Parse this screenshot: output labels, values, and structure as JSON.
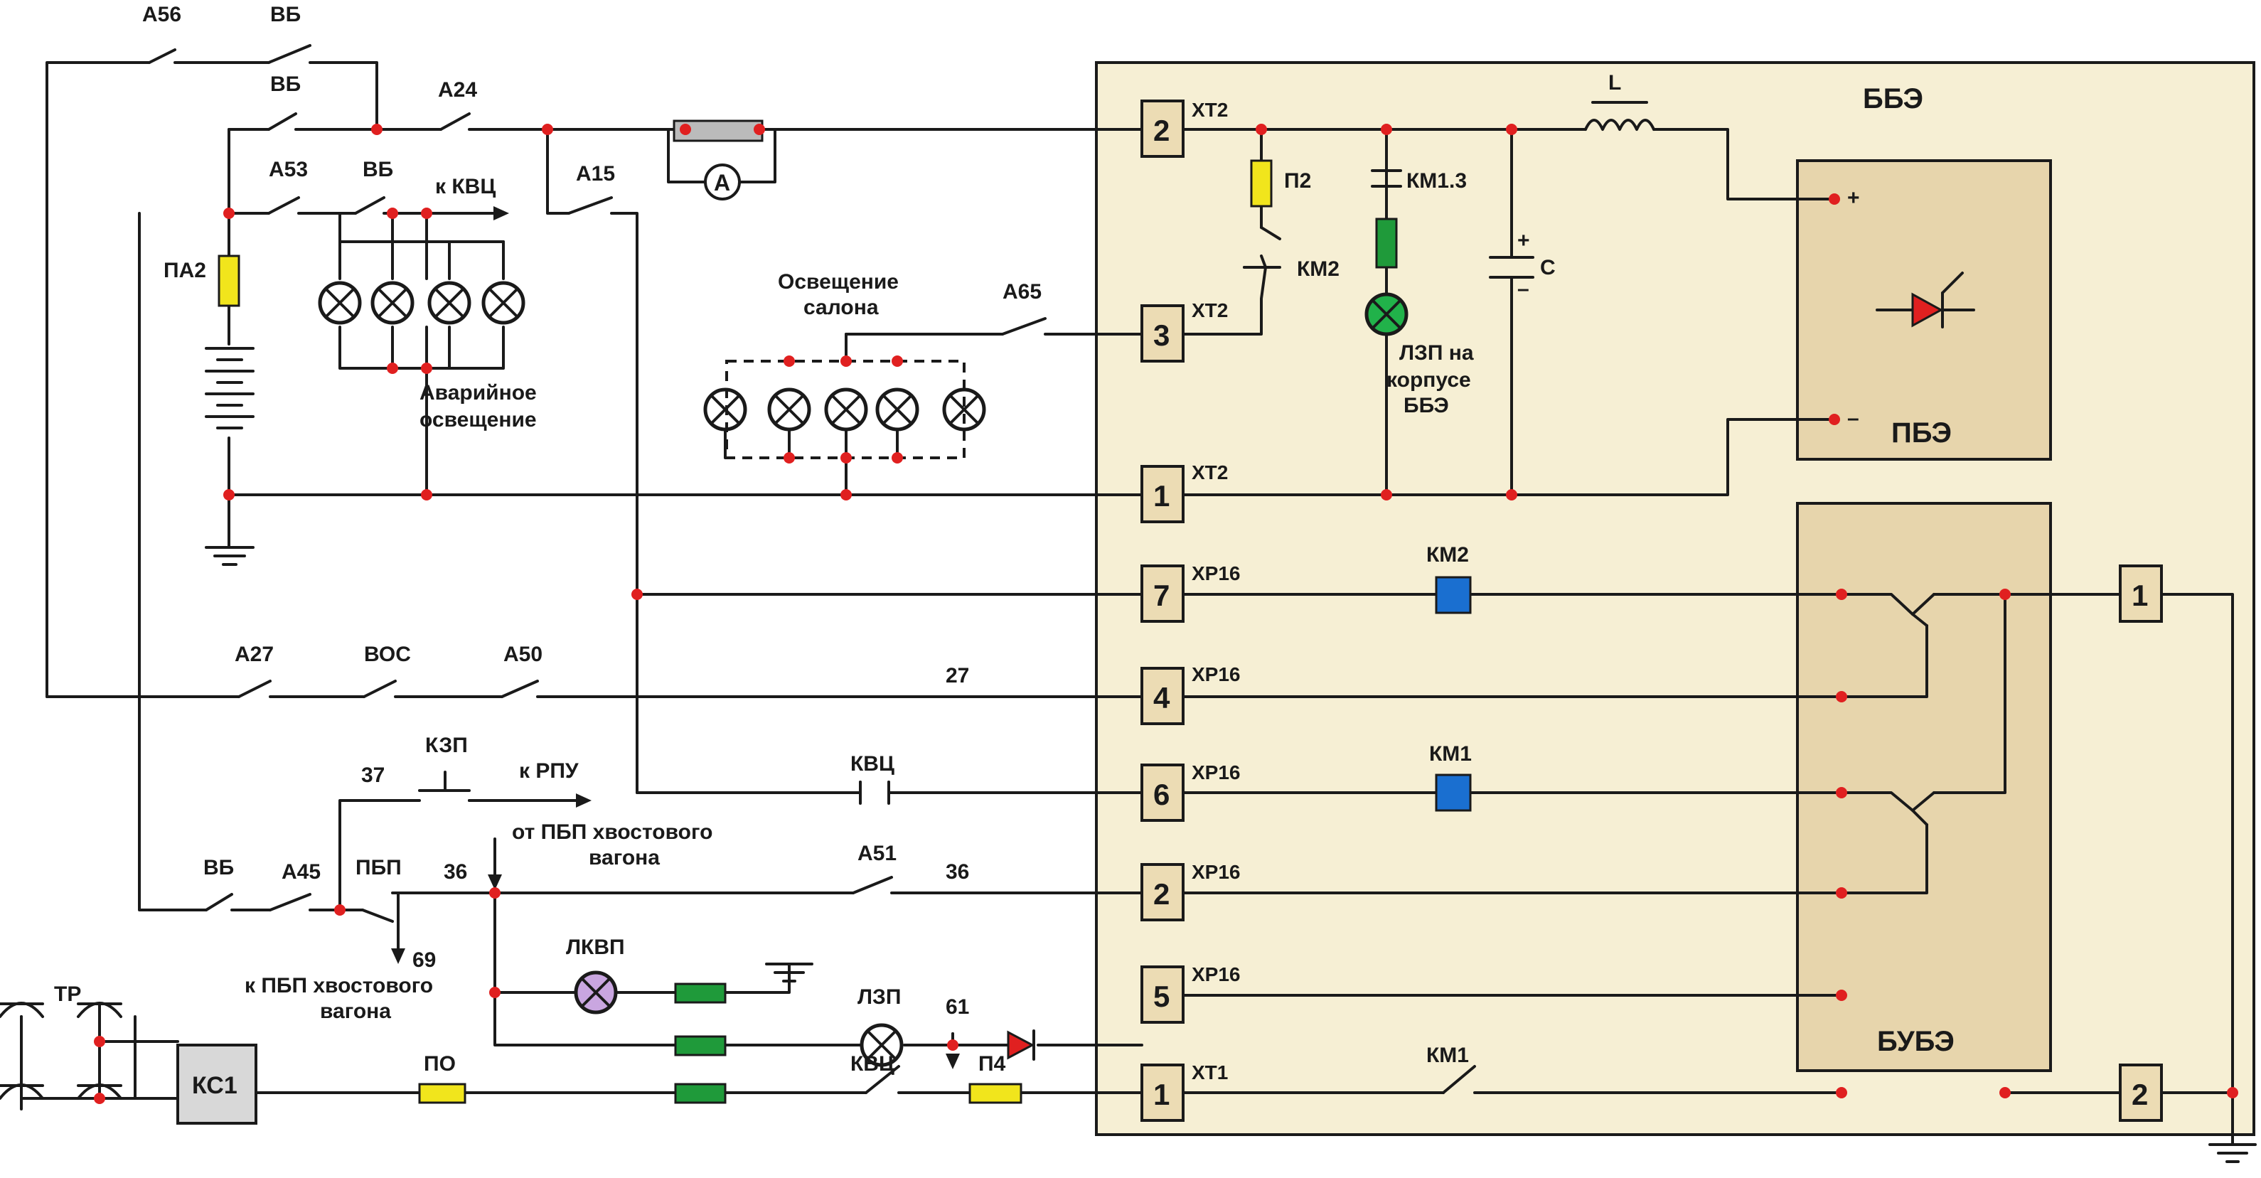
{
  "colors": {
    "wire": "#1a1a1a",
    "node": "#e02020",
    "block_fill": "#f6efd4",
    "module_fill": "#e7d5ac",
    "terminal_fill": "#ecdcb4",
    "fuse_yellow": "#f1e51c",
    "resistor_green": "#1f9a3a",
    "coil_blue": "#1a6fd0",
    "lamp_violet": "#c9a6e0",
    "lamp_green": "#21b24a",
    "diode_red": "#e02020"
  },
  "blocks": {
    "bbe": "ББЭ",
    "pbe": "ПБЭ",
    "bube": "БУБЭ"
  },
  "switches": {
    "a56": "А56",
    "vb1": "ВБ",
    "vb2": "ВБ",
    "a24": "А24",
    "a53": "А53",
    "vb3": "ВБ",
    "a15": "А15",
    "a65": "А65",
    "a27": "А27",
    "vos": "ВОС",
    "a50": "А50",
    "vb4": "ВБ",
    "a45": "А45",
    "pbp": "ПБП",
    "kzp": "КЗП",
    "a51": "А51",
    "kvc1": "КВЦ",
    "kvc2": "КВЦ",
    "km1": "КМ1",
    "km2": "КМ2",
    "km13": "КМ1.3"
  },
  "components": {
    "pa2": "ПА2",
    "ammeter": "A",
    "p2": "П2",
    "l": "L",
    "c": "С",
    "cap_plus": "+",
    "cap_minus": "–",
    "pbe_plus": "+",
    "pbe_minus": "–",
    "coil_km2": "КМ2",
    "coil_km1": "КМ1",
    "lkvp": "ЛКВП",
    "lzp": "ЛЗП",
    "tr": "ТР",
    "ks1": "КС1",
    "po": "ПО",
    "p4": "П4",
    "lzp_body_1": "ЛЗП на",
    "lzp_body_2": "корпусе",
    "lzp_body_3": "ББЭ"
  },
  "captions": {
    "to_kvc": "к КВЦ",
    "emergency_1": "Аварийное",
    "emergency_2": "освещение",
    "salon_1": "Освещение",
    "salon_2": "салона",
    "to_rpu": "к РПУ",
    "from_pbp_1": "от ПБП хвостового",
    "from_pbp_2": "вагона",
    "to_pbp_1": "к ПБП хвостового",
    "to_pbp_2": "вагона"
  },
  "wire_numbers": {
    "n27": "27",
    "n37": "37",
    "n36a": "36",
    "n36b": "36",
    "n69": "69",
    "n61": "61"
  },
  "terminals": {
    "t2_xt2": {
      "num": "2",
      "conn": "XT2"
    },
    "t3_xt2": {
      "num": "3",
      "conn": "XT2"
    },
    "t1_xt2": {
      "num": "1",
      "conn": "XT2"
    },
    "t7_xp16": {
      "num": "7",
      "conn": "XP16"
    },
    "t4_xp16": {
      "num": "4",
      "conn": "XP16"
    },
    "t6_xp16": {
      "num": "6",
      "conn": "XP16"
    },
    "t2_xp16": {
      "num": "2",
      "conn": "XP16"
    },
    "t5_xp16": {
      "num": "5",
      "conn": "XP16"
    },
    "t1_xt1": {
      "num": "1",
      "conn": "XT1"
    },
    "out1": {
      "num": "1"
    },
    "out2": {
      "num": "2"
    }
  }
}
